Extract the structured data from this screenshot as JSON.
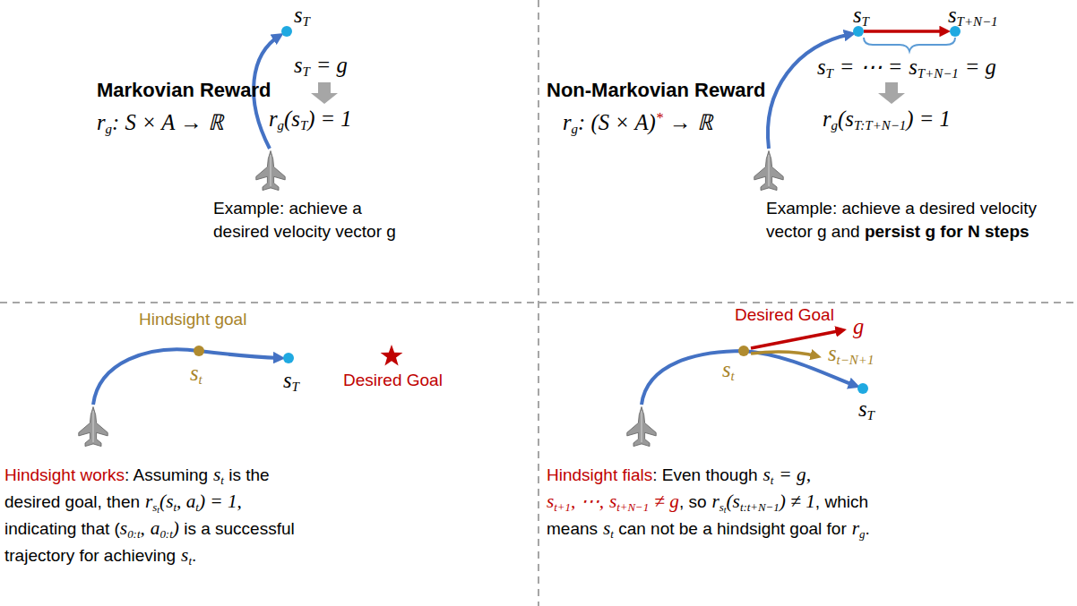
{
  "diagram": {
    "labels": [
      "Markovian Reward",
      "r",
      "g",
      ": S × A → ℝ",
      "s",
      "T",
      "s",
      "T",
      "= g",
      "r",
      "g",
      "(s",
      "T",
      ") = 1",
      "Example: achieve a",
      "desired velocity vector g",
      "Non-Markovian Reward",
      "r",
      "g",
      ": (S × A)",
      "*",
      "→ ℝ",
      "s",
      "T",
      "s",
      "T+N−1",
      "s",
      "T",
      "= ⋯ =",
      "s",
      "T+N−1",
      "= g",
      "r",
      "g",
      "(s",
      "T:T+N−1",
      ") = 1",
      "Example: achieve a desired velocity",
      "vector g and",
      "persist g for N steps",
      "Hindsight goal",
      "s",
      "t",
      "s",
      "T",
      "Desired Goal",
      "Hindsight works",
      ": Assuming",
      "s",
      "t",
      "is the",
      "desired goal, then",
      "r",
      "s",
      "t",
      "(s",
      "t",
      ", a",
      "t",
      ") = 1,",
      "indicating that (",
      "s",
      "0:t",
      ",",
      "a",
      "0:t",
      ")",
      "is a successful",
      "trajectory for achieving",
      "s",
      "t",
      ".",
      "Desired Goal",
      "g",
      "s",
      "t",
      "s",
      "t−N+1",
      "s",
      "T",
      "Hindsight fials",
      ": Even though",
      "s",
      "t",
      "= g,",
      "s",
      "t+1",
      ", ⋯,",
      "s",
      "t+N−1",
      "≠ g",
      ", so",
      "r",
      "s",
      "t",
      "(s",
      "t:t+N−1",
      ") ≠ 1",
      ", which",
      "means",
      "s",
      "t",
      "can not be a hindsight goal for",
      "r",
      "g",
      "."
    ]
  }
}
